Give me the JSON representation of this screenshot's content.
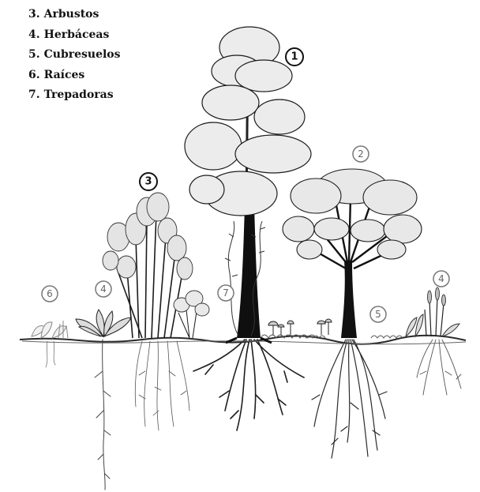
{
  "legend": [
    {
      "number": "3.",
      "label": "Arbustos"
    },
    {
      "number": "4.",
      "label": "Herbáceas"
    },
    {
      "number": "5.",
      "label": "Cubresuelos"
    },
    {
      "number": "6.",
      "label": "Raíces"
    },
    {
      "number": "7.",
      "label": "Trepadoras"
    }
  ],
  "markers": {
    "m1": "1",
    "m2": "2",
    "m3": "3",
    "m4a": "4",
    "m4b": "4",
    "m5": "5",
    "m6": "6",
    "m7": "7"
  },
  "colors": {
    "ink": "#111111",
    "foliage": "#e6e6e6",
    "ground": "#2a2a2a",
    "marker_grey": "#777777",
    "marker_dark": "#111111"
  }
}
